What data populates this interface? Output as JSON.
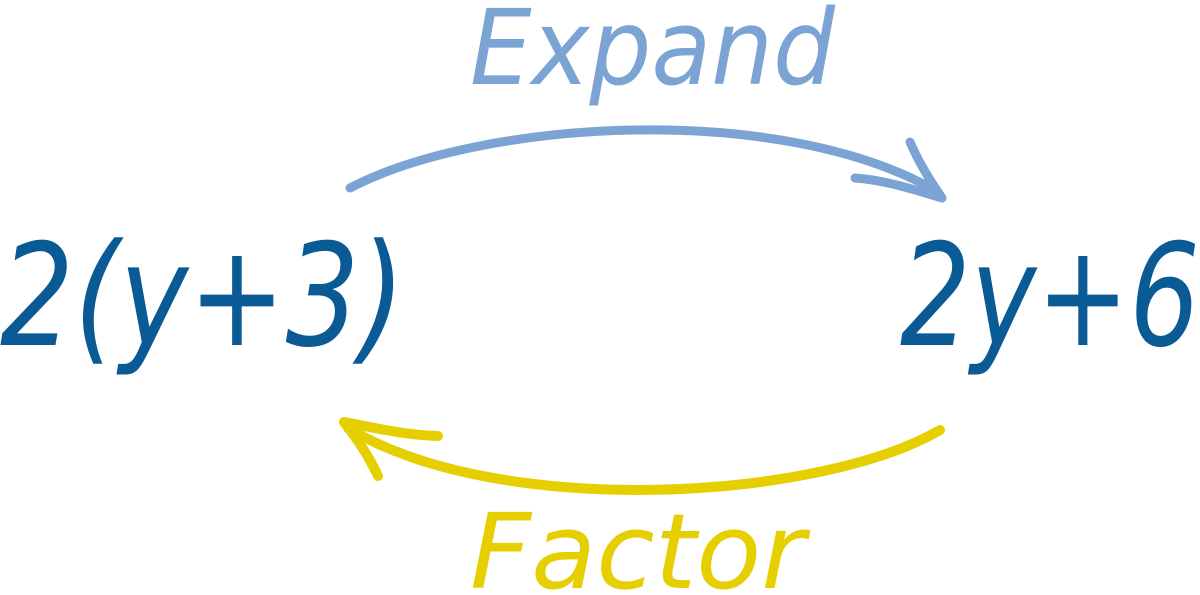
{
  "diagram": {
    "left_expression": "2(y+3)",
    "right_expression": "2y+6",
    "top_label": "Expand",
    "bottom_label": "Factor"
  },
  "colors": {
    "expression": "#0a5a96",
    "expand": "#7ba3d4",
    "factor": "#e6cf00"
  }
}
